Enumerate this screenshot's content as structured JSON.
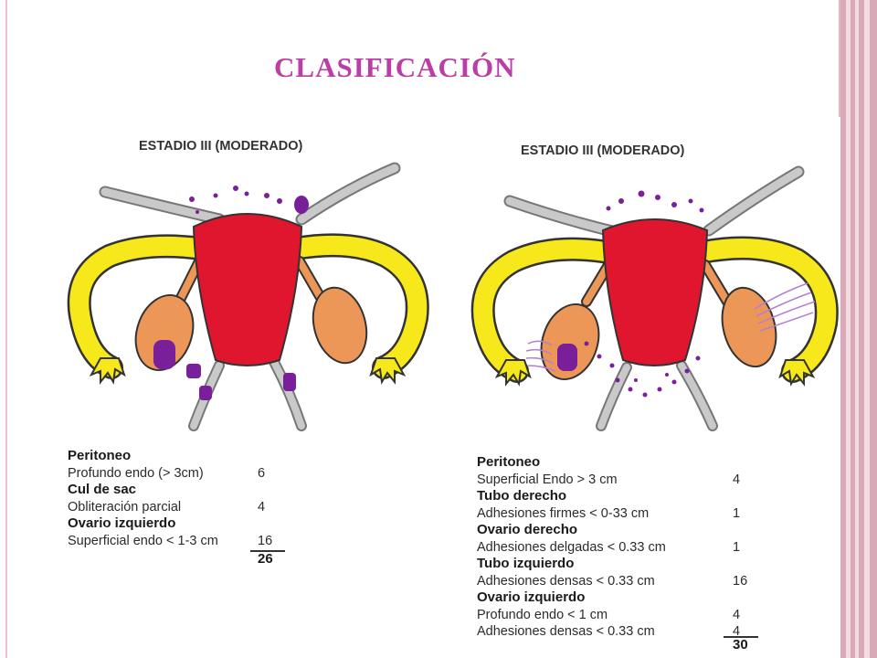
{
  "slide": {
    "title": "CLASIFICACIÓN"
  },
  "panels": [
    {
      "heading": "ESTADIO III (MODERADO)",
      "rows": [
        {
          "text": "Peritoneo",
          "pts": "",
          "section": true
        },
        {
          "text": "Profundo endo (> 3cm)",
          "pts": "6",
          "section": false
        },
        {
          "text": "Cul de sac",
          "pts": "",
          "section": true
        },
        {
          "text": "Obliteración parcial",
          "pts": "4",
          "section": false
        },
        {
          "text": "Ovario izquierdo",
          "pts": "",
          "section": true
        },
        {
          "text": "Superficial endo  < 1-3 cm",
          "pts": "16",
          "section": false
        }
      ],
      "total": "26"
    },
    {
      "heading": "ESTADIO III (MODERADO)",
      "rows": [
        {
          "text": "Peritoneo",
          "pts": "",
          "section": true
        },
        {
          "text": "Superficial Endo  >  3 cm",
          "pts": "4",
          "section": false
        },
        {
          "text": "Tubo derecho",
          "pts": "",
          "section": true
        },
        {
          "text": "Adhesiones firmes < 0-33 cm",
          "pts": "1",
          "section": false
        },
        {
          "text": "Ovario derecho",
          "pts": "",
          "section": true
        },
        {
          "text": "Adhesiones delgadas < 0.33 cm",
          "pts": "1",
          "section": false
        },
        {
          "text": "Tubo izquierdo",
          "pts": "",
          "section": true
        },
        {
          "text": "Adhesiones densas < 0.33 cm",
          "pts": "16",
          "section": false
        },
        {
          "text": "Ovario izquierdo",
          "pts": "",
          "section": true
        },
        {
          "text": "Profundo endo     < 1 cm",
          "pts": "4",
          "section": false
        },
        {
          "text": "Adhesiones densas < 0.33 cm",
          "pts": "4",
          "section": false
        }
      ],
      "total": "30"
    }
  ],
  "colors": {
    "title": "#bb3ea7",
    "uterus": "#e0162e",
    "tube": "#f6e81a",
    "ovary": "#ec9757",
    "ligament": "#c9c9c9",
    "lesion": "#7a1f9a",
    "adhesion": "#b27fd1"
  }
}
